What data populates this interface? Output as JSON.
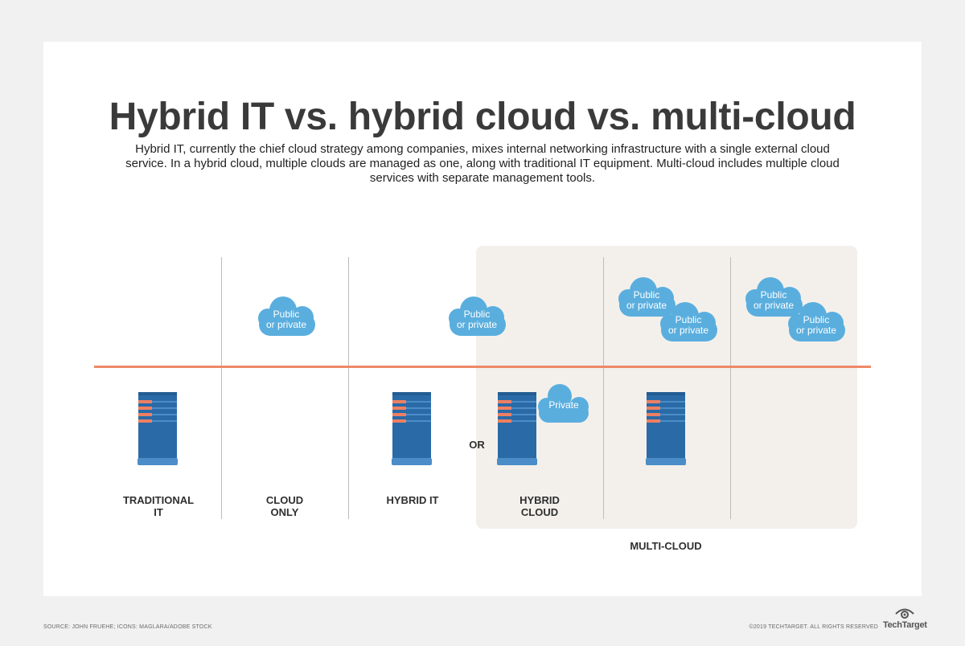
{
  "header": {
    "title": "Hybrid IT vs. hybrid cloud vs. multi-cloud",
    "subtitle": "Hybrid IT, currently the chief cloud strategy among companies, mixes internal networking infrastructure with a single external cloud service. In a hybrid cloud, multiple clouds are managed as one, along with traditional IT equipment. Multi-cloud includes multiple cloud services with separate management tools."
  },
  "columns": [
    {
      "label": "TRADITIONAL\nIT"
    },
    {
      "label": "CLOUD\nONLY"
    },
    {
      "label": "HYBRID IT"
    },
    {
      "label": "HYBRID\nCLOUD"
    }
  ],
  "group_label": "MULTI-CLOUD",
  "or_label": "OR",
  "clouds": {
    "public_or_private": "Public\nor private",
    "private": "Private"
  },
  "icons": {
    "server": "server-rack-icon",
    "cloud": "cloud-icon",
    "brand": "eye-logo-icon"
  },
  "colors": {
    "cloud": "#5aaede",
    "server": "#2a6aa7",
    "server_dark": "#235d93",
    "server_light": "#4b8dc8",
    "server_accent": "#ee7f62",
    "divider_line": "#ee8866",
    "panel": "#f3f0eb"
  },
  "footer": {
    "source": "SOURCE: JOHN FRUEHE; ICONS: MAGLARA/ADOBE STOCK",
    "copyright": "©2019 TECHTARGET. ALL RIGHTS RESERVED",
    "brand": "TechTarget"
  }
}
